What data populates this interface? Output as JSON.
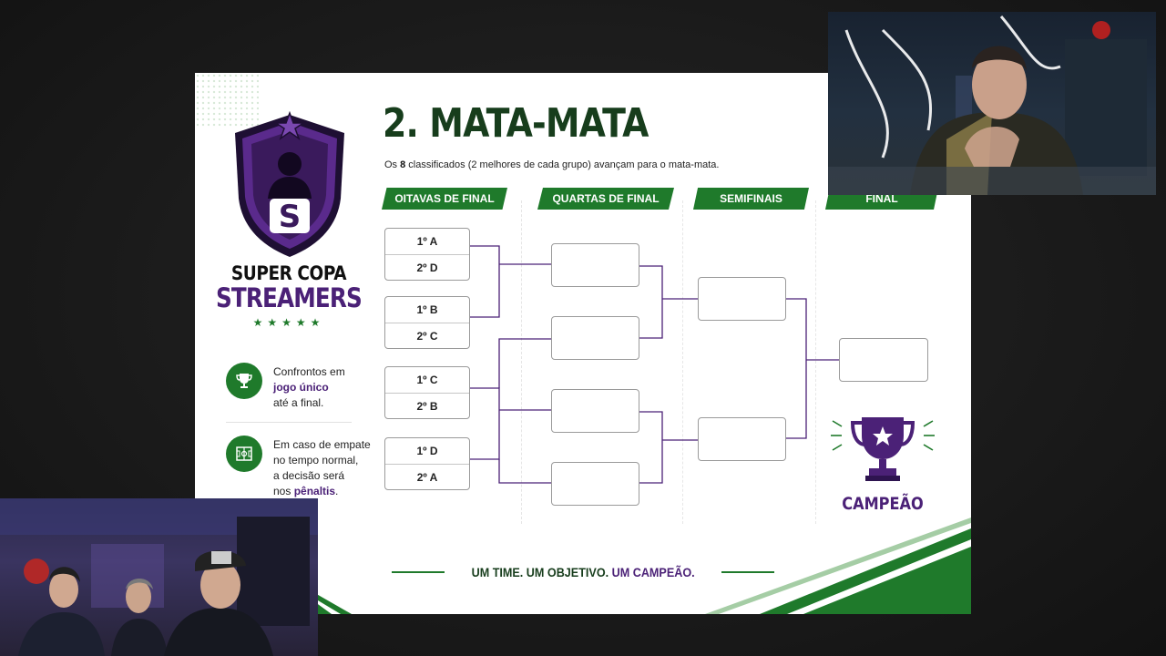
{
  "slide": {
    "title": "2. MATA-MATA",
    "subtitle_pre": "Os ",
    "subtitle_bold": "8",
    "subtitle_post": " classificados (2 melhores de cada grupo) avançam para o mata-mata.",
    "brand_line1": "SUPER COPA",
    "brand_line2": "STREAMERS",
    "brand_stars": "★★★★★",
    "shield_letter": "S",
    "phases": [
      "OITAVAS DE FINAL",
      "QUARTAS DE FINAL",
      "SEMIFINAIS",
      "FINAL"
    ],
    "round_of_16": [
      {
        "team_a": "1º A",
        "team_b": "2º D"
      },
      {
        "team_a": "1º B",
        "team_b": "2º C"
      },
      {
        "team_a": "1º C",
        "team_b": "2º B"
      },
      {
        "team_a": "1º D",
        "team_b": "2º A"
      }
    ],
    "info1": {
      "line1": "Confrontos em",
      "bold": "jogo único",
      "line3": "até a final.",
      "icon": "trophy-icon"
    },
    "info2": {
      "line1": "Em caso de empate",
      "line2": "no tempo normal,",
      "line3": "a decisão será",
      "line4_pre": "nos ",
      "bold": "pênaltis",
      "line4_post": ".",
      "icon": "soccer-field-icon"
    },
    "champion_label": "CAMPEÃO",
    "footer": {
      "part1": "UM TIME. UM OBJETIVO. ",
      "part2": "UM CAMPEÃO."
    }
  },
  "colors": {
    "green": "#1f7a2b",
    "dark_green": "#173d1c",
    "purple": "#4b2177",
    "background": "#1b1b1b"
  },
  "webcams": [
    {
      "name": "streamer-webcam",
      "position": "top-right"
    },
    {
      "name": "guests-webcam",
      "position": "bottom-left"
    }
  ]
}
